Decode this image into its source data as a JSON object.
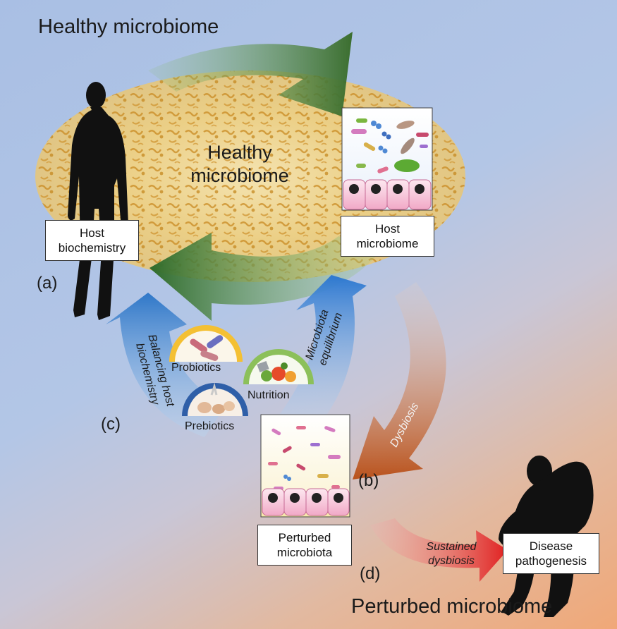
{
  "title_top": "Healthy microbiome",
  "title_bottom": "Perturbed microbiome",
  "center_label_line1": "Healthy",
  "center_label_line2": "microbiome",
  "boxes": {
    "host_biochemistry": [
      "Host",
      "biochemistry"
    ],
    "host_microbiome": [
      "Host",
      "microbiome"
    ],
    "perturbed_microbiota": [
      "Perturbed",
      "microbiota"
    ],
    "disease_pathogenesis": [
      "Disease",
      "pathogenesis"
    ]
  },
  "letters": {
    "a": "(a)",
    "b": "(b)",
    "c": "(c)",
    "d": "(d)"
  },
  "arrows": {
    "balancing_line1": "Balancing host",
    "balancing_line2": "biochemistry",
    "equilibrium_line1": "Microbiota",
    "equilibrium_line2": "equilibrium",
    "dysbiosis": "Dysbiosis",
    "sustained_line1": "Sustained",
    "sustained_line2": "dysbiosis"
  },
  "interventions": {
    "probiotics": "Probiotics",
    "nutrition": "Nutrition",
    "prebiotics": "Prebiotics"
  },
  "colors": {
    "green_arrow": "#3f7a32",
    "blue_arrow": "#2f77c8",
    "orange_arrow": "#c1561e",
    "red_arrow": "#e02a2a",
    "cloud": "#d9a850"
  }
}
